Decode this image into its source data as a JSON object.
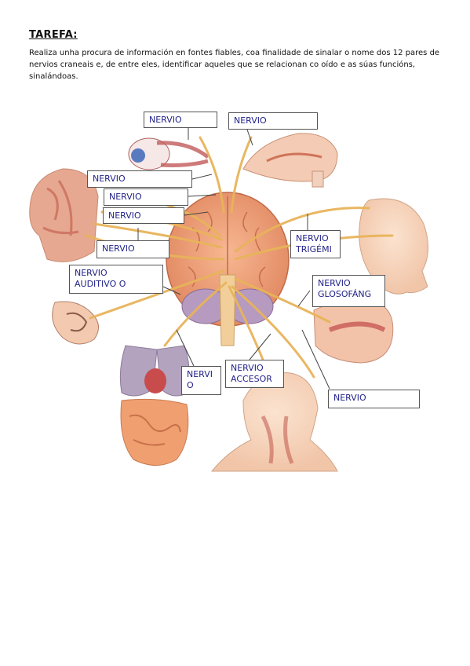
{
  "heading": "TAREFA:",
  "instructions": "Realiza unha procura de información en fontes fiables, coa finalidade de sinalar o nome dos 12 pares de nervios craneais e, de entre eles, identificar aqueles que se relacionan co oído e as súas funcións, sinalándoas.",
  "labels": {
    "olfactory": "NERVIO",
    "optic": "NERVIO",
    "oculomotor": "NERVIO",
    "trochlear": "NERVIO",
    "abducens": "NERVIO",
    "facial": "NERVIO",
    "auditory": "NERVIO\nAUDITIVO O",
    "trigeminal": "NERVIO\nTRIGÉMI",
    "glossopharyngeal": "NERVIO\nGLOSOFÁNG\n_ _",
    "vagus": "NERVI\nO",
    "accessory": "NERVIO\nACCESOR",
    "hypoglossal": "NERVIO"
  },
  "colors": {
    "nerve": "#e8b45a",
    "brain": "#f0a27a",
    "label_text": "#22228a"
  }
}
